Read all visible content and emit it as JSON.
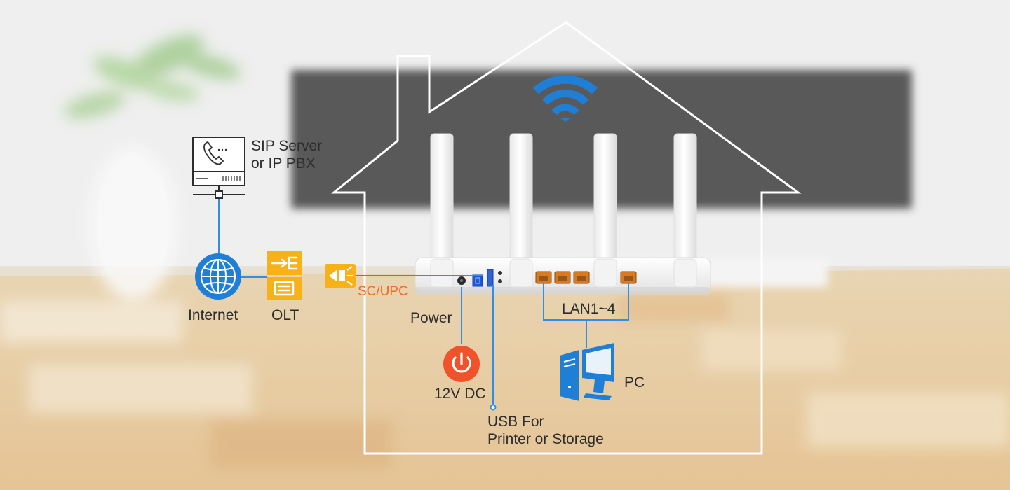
{
  "labels": {
    "sip_line1": "SIP Server",
    "sip_line2": "or IP PBX",
    "internet": "Internet",
    "olt": "OLT",
    "connector": "SC/UPC",
    "power": "Power",
    "dc": "12V DC",
    "usb_line1": "USB For",
    "usb_line2": "Printer or Storage",
    "lan": "LAN1~4",
    "pc": "PC"
  },
  "colors": {
    "link_blue": "#2f8fe6",
    "icon_blue": "#1f7fd6",
    "olt_yellow": "#f7b21a",
    "power_orange": "#f0532b",
    "connector_orange": "#f26c21",
    "house_outline": "#ffffff",
    "port_orange": "#d87a22"
  },
  "icons": {
    "sip": "sip-server-icon",
    "internet": "globe-icon",
    "olt": "olt-icon",
    "connector": "sc-upc-connector-icon",
    "power": "power-icon",
    "pc": "pc-icon",
    "wifi": "wifi-icon"
  }
}
